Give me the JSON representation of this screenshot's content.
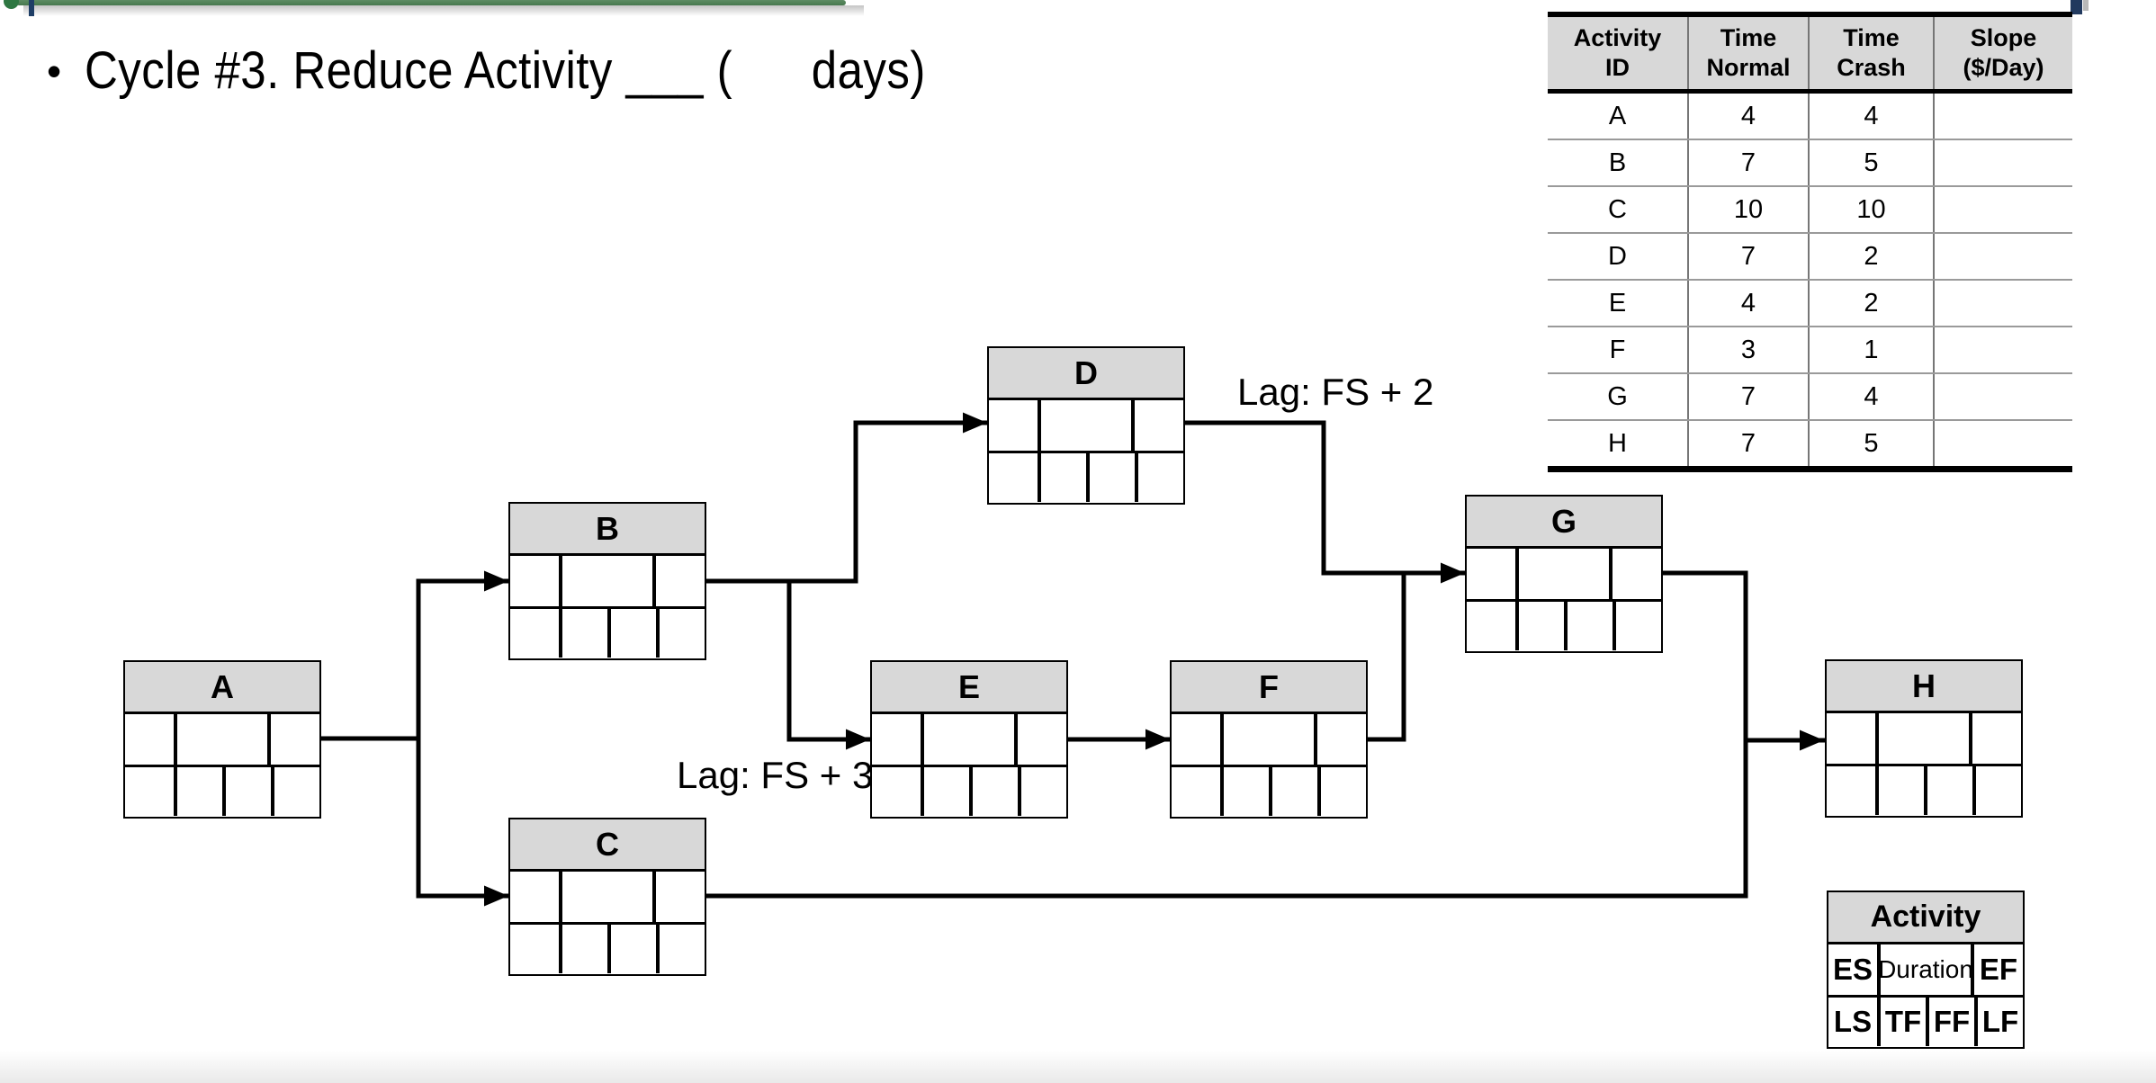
{
  "title": {
    "bullet": "•",
    "text": "Cycle #3. Reduce Activity ___ (      days)"
  },
  "crash_table": {
    "columns": [
      {
        "line1": "Activity",
        "line2": "ID"
      },
      {
        "line1": "Time",
        "line2": "Normal"
      },
      {
        "line1": "Time",
        "line2": "Crash"
      },
      {
        "line1": "Slope",
        "line2": "($/Day)"
      }
    ],
    "rows": [
      [
        "A",
        "4",
        "4",
        ""
      ],
      [
        "B",
        "7",
        "5",
        ""
      ],
      [
        "C",
        "10",
        "10",
        ""
      ],
      [
        "D",
        "7",
        "2",
        ""
      ],
      [
        "E",
        "4",
        "2",
        ""
      ],
      [
        "F",
        "3",
        "1",
        ""
      ],
      [
        "G",
        "7",
        "4",
        ""
      ],
      [
        "H",
        "7",
        "5",
        ""
      ]
    ]
  },
  "network": {
    "nodes": [
      {
        "id": "A"
      },
      {
        "id": "B"
      },
      {
        "id": "C"
      },
      {
        "id": "D"
      },
      {
        "id": "E"
      },
      {
        "id": "F"
      },
      {
        "id": "G"
      },
      {
        "id": "H"
      }
    ],
    "lags": {
      "fs2": "Lag: FS + 2",
      "fs3": "Lag: FS + 3"
    }
  },
  "legend": {
    "header": "Activity",
    "es": "ES",
    "duration": "Duration",
    "ef": "EF",
    "ls": "LS",
    "tf": "TF",
    "ff": "FF",
    "lf": "LF"
  },
  "colors": {
    "node_header_gray": "#d8d8d8",
    "accent_green": "#47784e",
    "accent_navy": "#1e3e66",
    "line_black": "#000000"
  }
}
